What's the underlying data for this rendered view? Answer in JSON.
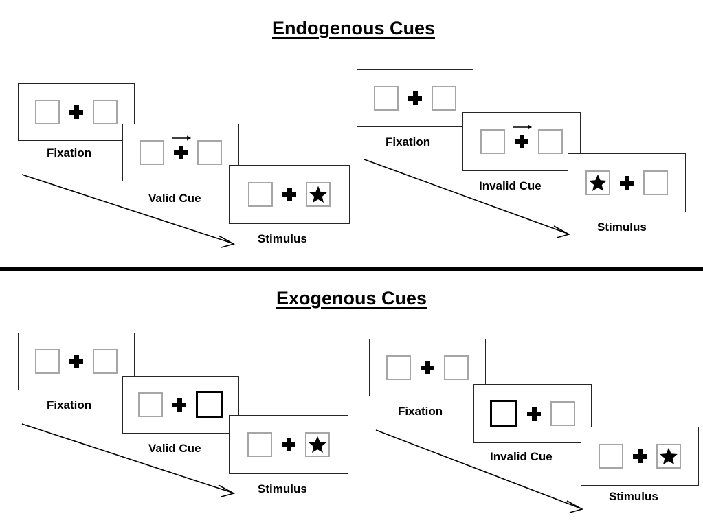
{
  "figure": {
    "title_top": "Endogenous Cues",
    "title_bottom": "Exogenous Cues"
  },
  "sections": [
    {
      "name": "endogenous",
      "title": "Endogenous Cues",
      "columns": [
        {
          "name": "endogenous-valid",
          "frames": [
            {
              "label": "Fixation",
              "cue": "none",
              "cue_side": "none",
              "target_side": "none"
            },
            {
              "label": "Valid Cue",
              "cue": "arrow",
              "cue_side": "right",
              "target_side": "none"
            },
            {
              "label": "Stimulus",
              "cue": "none",
              "cue_side": "none",
              "target_side": "right"
            }
          ],
          "flow_arrow": "down-right"
        },
        {
          "name": "endogenous-invalid",
          "frames": [
            {
              "label": "Fixation",
              "cue": "none",
              "cue_side": "none",
              "target_side": "none"
            },
            {
              "label": "Invalid Cue",
              "cue": "arrow",
              "cue_side": "right",
              "target_side": "none"
            },
            {
              "label": "Stimulus",
              "cue": "none",
              "cue_side": "none",
              "target_side": "left"
            }
          ],
          "flow_arrow": "down-right"
        }
      ]
    },
    {
      "name": "exogenous",
      "title": "Exogenous Cues",
      "columns": [
        {
          "name": "exogenous-valid",
          "frames": [
            {
              "label": "Fixation",
              "cue": "none",
              "cue_side": "none",
              "target_side": "none"
            },
            {
              "label": "Valid Cue",
              "cue": "box-flash",
              "cue_side": "right",
              "target_side": "none"
            },
            {
              "label": "Stimulus",
              "cue": "none",
              "cue_side": "none",
              "target_side": "right"
            }
          ],
          "flow_arrow": "down-right"
        },
        {
          "name": "exogenous-invalid",
          "frames": [
            {
              "label": "Fixation",
              "cue": "none",
              "cue_side": "none",
              "target_side": "none"
            },
            {
              "label": "Invalid Cue",
              "cue": "box-flash",
              "cue_side": "left",
              "target_side": "none"
            },
            {
              "label": "Stimulus",
              "cue": "none",
              "cue_side": "none",
              "target_side": "right"
            }
          ],
          "flow_arrow": "down-right"
        }
      ]
    }
  ],
  "labels": {
    "fixation": "Fixation",
    "valid_cue": "Valid Cue",
    "invalid_cue": "Invalid Cue",
    "stimulus": "Stimulus"
  },
  "icons": {
    "fixation_cross": "plus-cross-icon",
    "arrow_cue": "right-arrow-cue-icon",
    "target": "black-star-icon",
    "flow": "diagonal-arrow-icon"
  },
  "colors": {
    "ink": "#000000",
    "frame_border": "#262626",
    "box_border": "#a6a6a6",
    "cued_box_border": "#000000",
    "background": "#ffffff",
    "divider": "#000000"
  }
}
